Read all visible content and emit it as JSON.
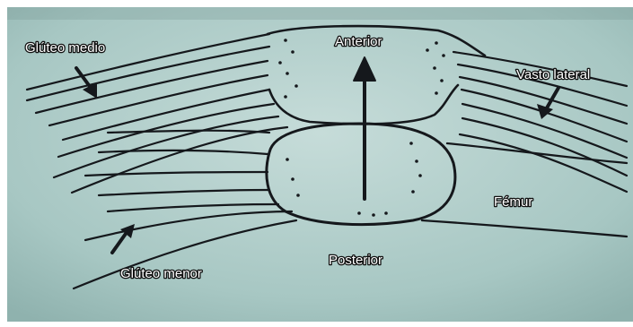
{
  "labels": {
    "gluteo_medio": "Glúteo medio",
    "anterior": "Anterior",
    "vasto_lateral": "Vasto lateral",
    "femur": "Fémur",
    "gluteo_menor": "Glúteo menor",
    "posterior": "Posterior"
  },
  "colors": {
    "paper": "#a9c9c5",
    "paper_light": "#c4dcd8",
    "ink": "#15181c",
    "label_fill": "#ffffff",
    "label_outline": "#111111"
  }
}
